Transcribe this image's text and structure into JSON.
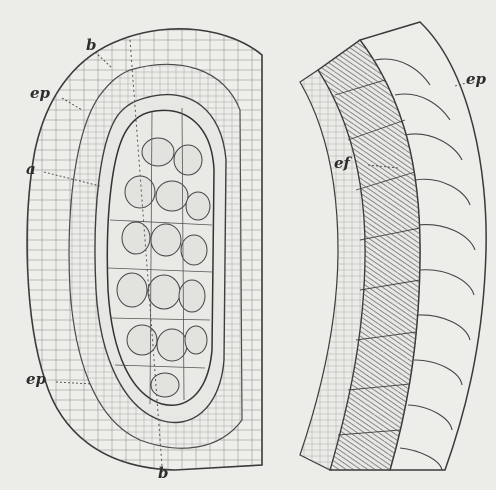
{
  "figure": {
    "background_color": "#ecece8",
    "ink_color": "#3a3a3a",
    "labels": {
      "b_top": "b",
      "ep_top_left": "ep",
      "a_left": "a",
      "ep_bottom_left": "ep",
      "b_bottom": "b",
      "ep_top_right": "ep",
      "ef_right": "ef"
    }
  }
}
